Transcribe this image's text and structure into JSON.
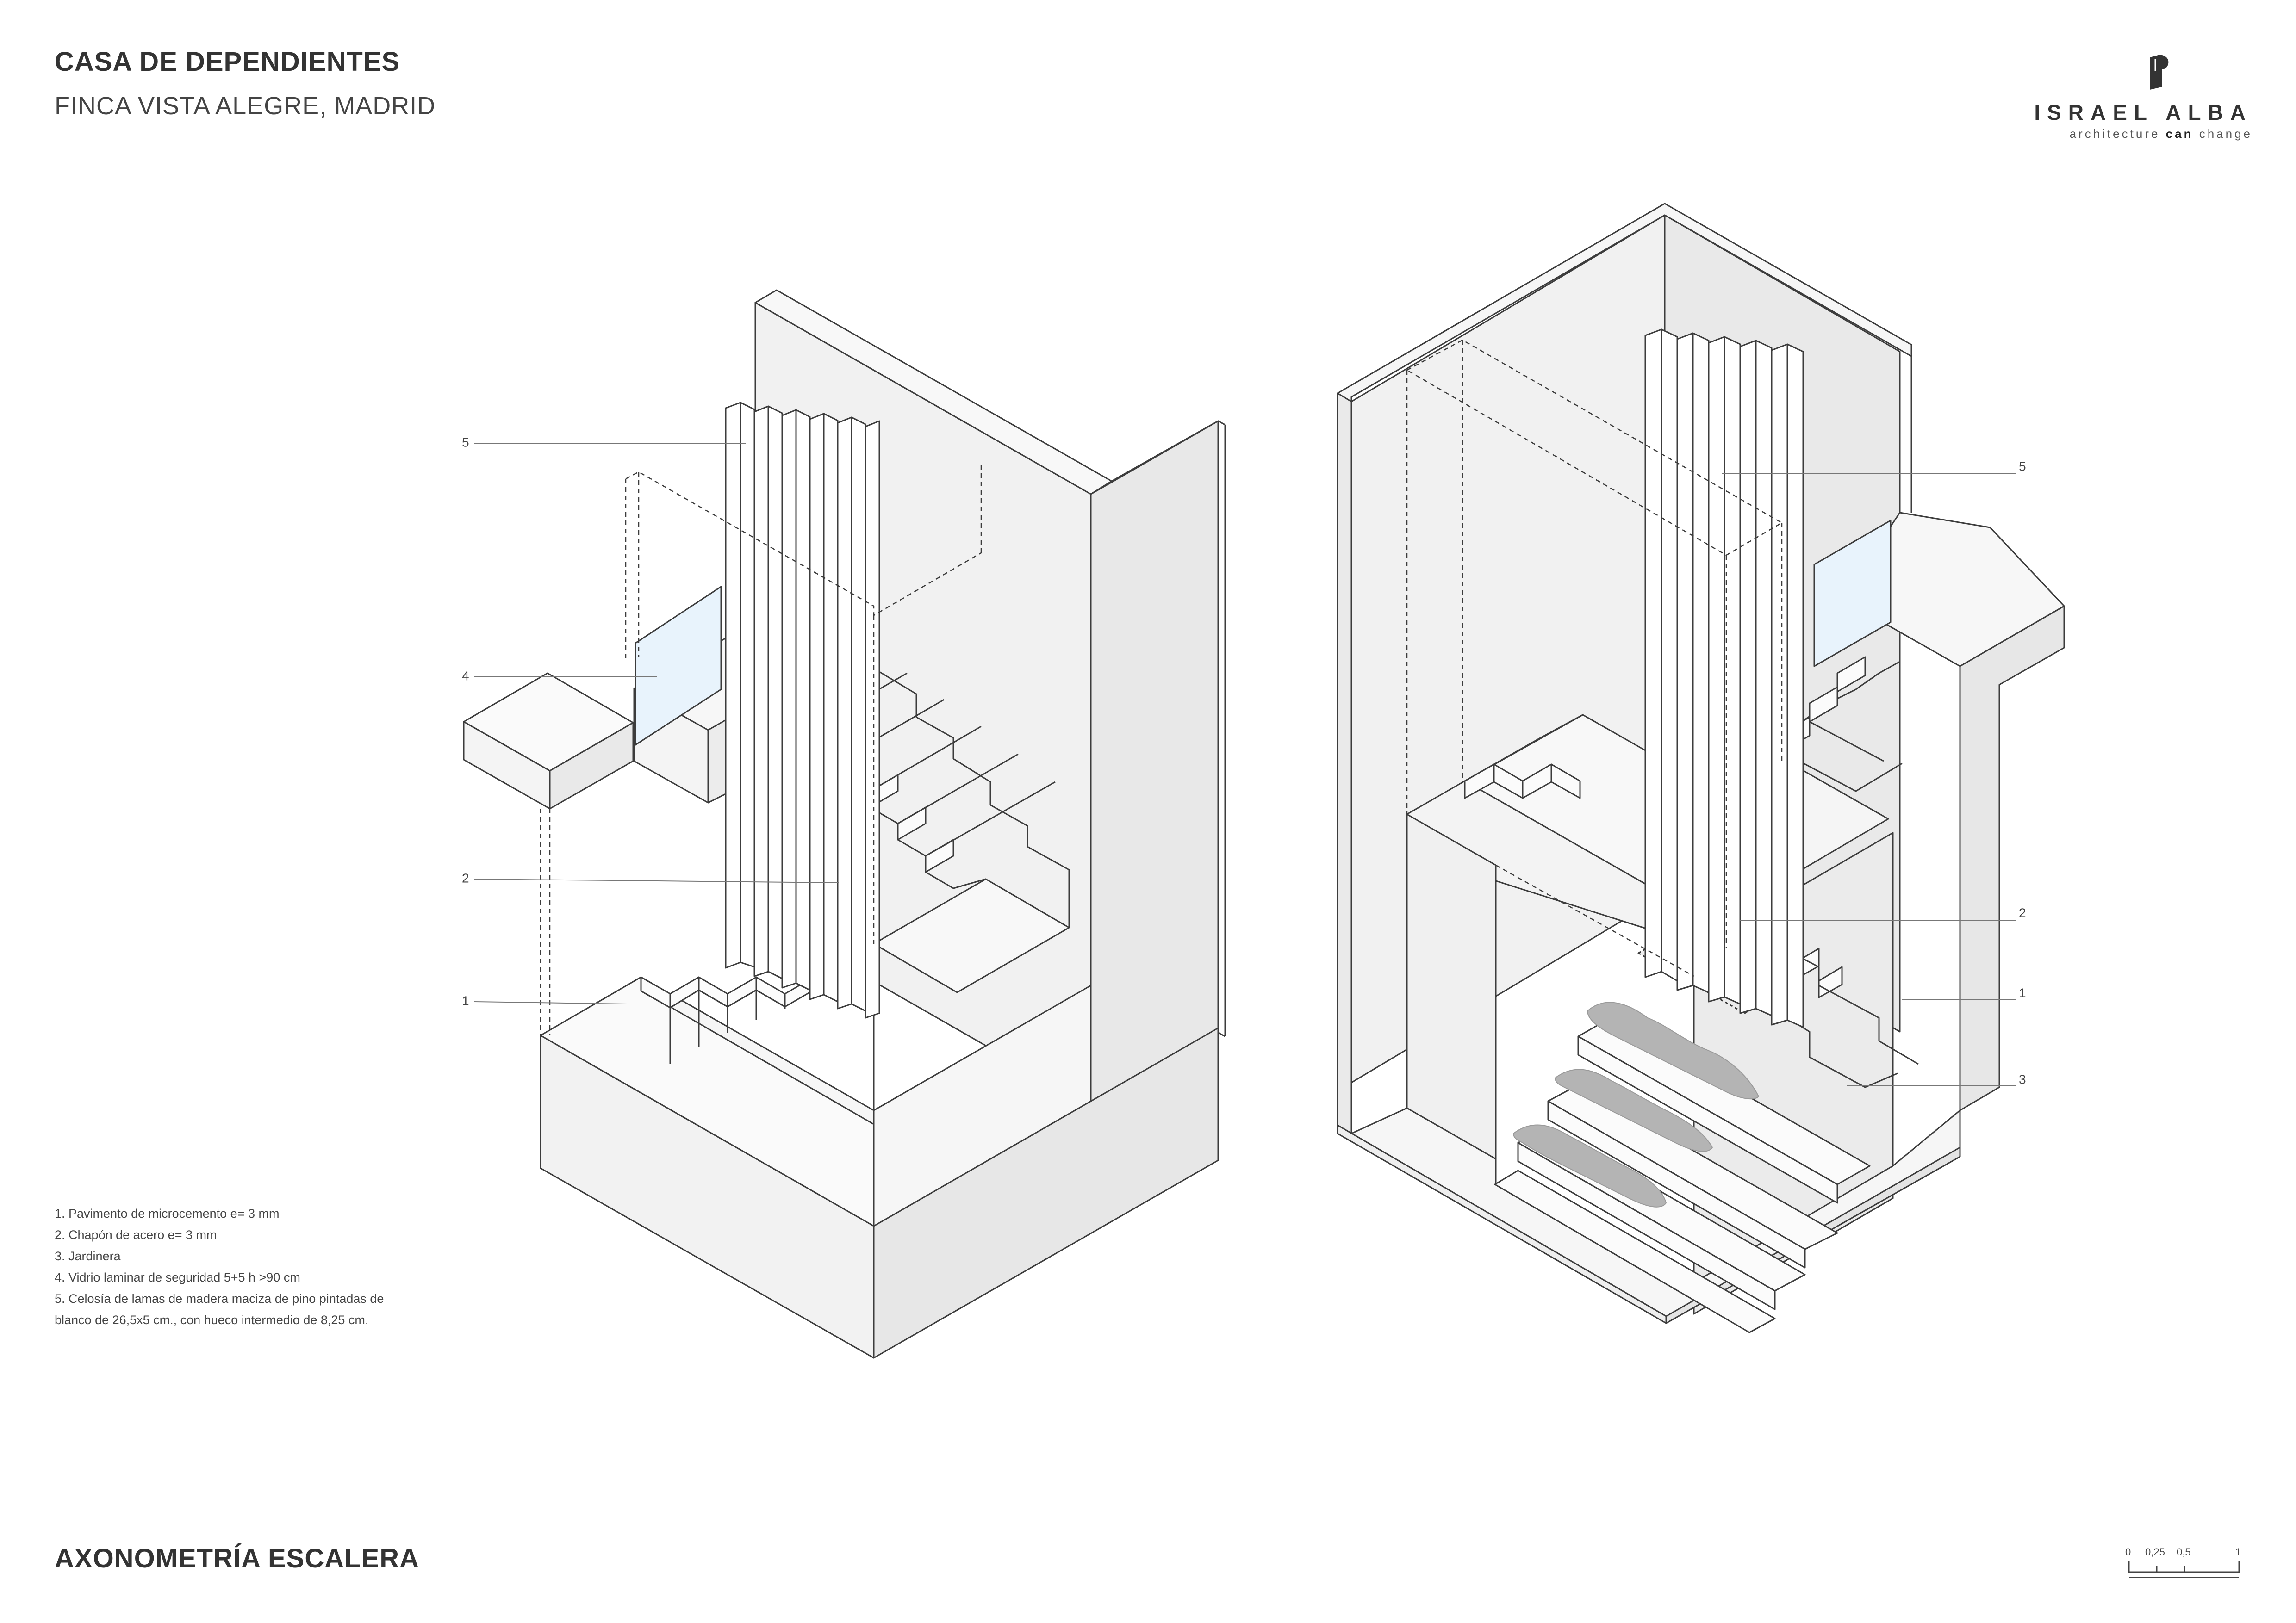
{
  "header": {
    "title": "CASA DE DEPENDIENTES",
    "subtitle": "FINCA VISTA ALEGRE, MADRID"
  },
  "logo": {
    "icon": "architect-mark-icon",
    "name": "ISRAEL ALBA",
    "tagline_before": "architecture ",
    "tagline_bold": "can",
    "tagline_after": " change"
  },
  "footer": {
    "title": "AXONOMETRÍA ESCALERA"
  },
  "legend": {
    "items": [
      "1. Pavimento de microcemento e= 3 mm",
      "2. Chapón de acero e= 3 mm",
      "3. Jardinera",
      "4. Vidrio laminar de seguridad 5+5 h >90 cm",
      "5. Celosía de lamas de madera maciza de pino pintadas de\nblanco de 26,5x5 cm., con hueco intermedio de 8,25 cm."
    ]
  },
  "left_drawing": {
    "callouts": [
      "5",
      "4",
      "2",
      "1"
    ]
  },
  "right_drawing": {
    "callouts": [
      "5",
      "2",
      "1",
      "3"
    ]
  },
  "scale_bar": {
    "labels": [
      "0",
      "0,25",
      "0,5",
      "1"
    ]
  },
  "colors": {
    "line": "#3c3c3c",
    "face_light": "#fbfbfb",
    "face_mid": "#f0f0f0",
    "face_dark": "#e4e4e4",
    "glass": "#e8f3fc",
    "planter": "#b4b4b4"
  }
}
